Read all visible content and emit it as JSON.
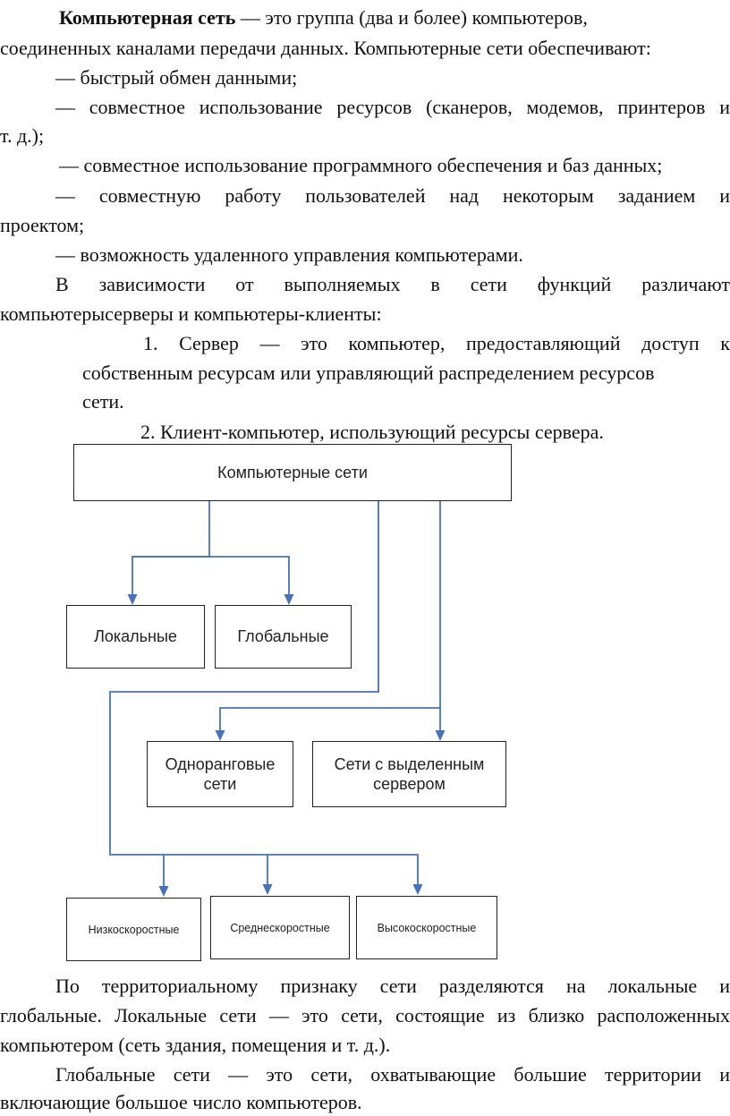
{
  "intro": {
    "term": "Компьютерная сеть",
    "line1_rest": " — это группа (два и более) компьютеров,",
    "line2": "соединенных каналами передачи данных. Компьютерные сети обеспечивают:"
  },
  "bullets": {
    "b1": "— быстрый обмен данными;",
    "b2_line1": "— совместное использование ресурсов (сканеров, модемов, принтеров и",
    "b2_line2": "т. д.);",
    "b3": "— совместное использование программного обеспечения и баз данных;",
    "b4_line1": "— совместную работу пользователей над некоторым заданием и",
    "b4_line2": "проектом;",
    "b5": "— возможность удаленного управления компьютерами."
  },
  "functions": {
    "line1": "В зависимости от выполняемых в сети функций различают",
    "line2": "компьютерысерверы и компьютеры-клиенты:"
  },
  "list": {
    "item1_line1": "1. Сервер — это компьютер, предоставляющий доступ к",
    "item1_line2": "собственным ресурсам или управляющий распределением ресурсов",
    "item1_line3": "сети.",
    "item2": "2. Клиент-компьютер, использующий ресурсы сервера."
  },
  "diagram": {
    "root": "Компьютерные сети",
    "local": "Локальные",
    "global": "Глобальные",
    "peer": "Одноранговые сети",
    "dedicated": "Сети с выделенным сервером",
    "low": "Низкоскоростные",
    "mid": "Среднескоростные",
    "high": "Высокоскоростные",
    "arrow_color": "#4a72b5"
  },
  "territory": {
    "line1": "По территориальному признаку сети разделяются на локальные и",
    "line2": "глобальные. Локальные сети — это сети, состоящие из близко расположенных",
    "line3": "компьютером (сеть здания, помещения и т. д.)."
  },
  "global_nets": {
    "line1": "Глобальные сети — это сети, охватывающие большие территории и",
    "line2": "включающие большое число компьютеров."
  }
}
